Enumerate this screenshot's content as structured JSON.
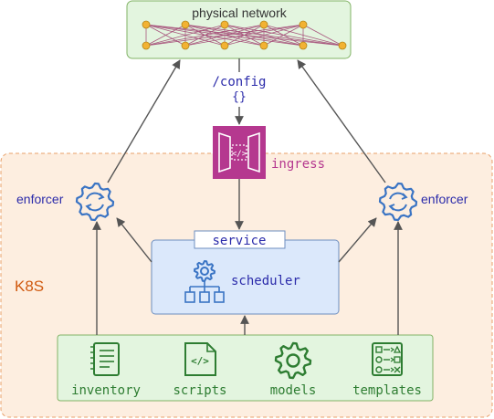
{
  "top_box": {
    "label": "physical network"
  },
  "config": {
    "path": "/config",
    "braces": "{}"
  },
  "ingress": {
    "label": "ingress"
  },
  "k8s": {
    "label": "K8S"
  },
  "enforcer_left": {
    "label": "enforcer"
  },
  "enforcer_right": {
    "label": "enforcer"
  },
  "service": {
    "tab_label": "service",
    "scheduler_label": "scheduler"
  },
  "sources": {
    "inventory": "inventory",
    "scripts": "scripts",
    "models": "models",
    "templates": "templates"
  },
  "colors": {
    "green_fill": "#e3f5df",
    "green_stroke": "#82b366",
    "peach_fill": "#fdeee0",
    "peach_stroke": "#e8a06a",
    "blue_fill": "#dbe8fb",
    "blue_stroke": "#6c8ebf",
    "ingress_magenta": "#b5388f",
    "icon_blue": "#3a74c4",
    "icon_green": "#2e7d32",
    "k8s_orange": "#d05a10",
    "label_blue": "#2b2baa",
    "node_orange": "#f2b233"
  },
  "icons": [
    "network-icon",
    "ingress-icon",
    "enforcer-icon",
    "scheduler-icon",
    "inventory-icon",
    "scripts-icon",
    "models-icon",
    "templates-icon"
  ]
}
